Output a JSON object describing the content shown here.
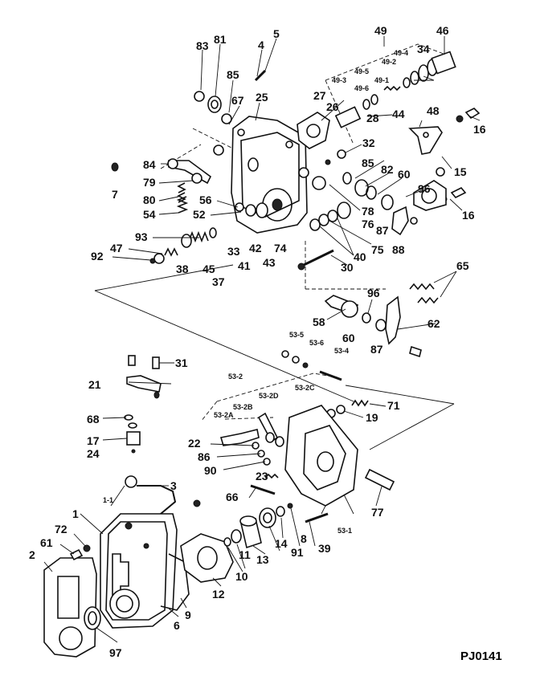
{
  "diagram": {
    "drawing_code": "PJ0141",
    "callouts": [
      "83",
      "81",
      "4",
      "5",
      "49",
      "46",
      "49-4",
      "49-2",
      "34",
      "49-5",
      "49-3",
      "49-6",
      "49-1",
      "85",
      "67",
      "25",
      "27",
      "26",
      "28",
      "44",
      "48",
      "16",
      "84",
      "32",
      "15",
      "7",
      "79",
      "85",
      "82",
      "60",
      "80",
      "56",
      "54",
      "52",
      "78",
      "96",
      "76",
      "88",
      "16",
      "87",
      "93",
      "47",
      "92",
      "38",
      "45",
      "33",
      "41",
      "42",
      "43",
      "74",
      "75",
      "40",
      "30",
      "37",
      "65",
      "96",
      "58",
      "60",
      "87",
      "62",
      "53-5",
      "53-6",
      "53-4",
      "31",
      "21",
      "53-2",
      "53-2D",
      "53-2C",
      "53-2B",
      "53-2A",
      "71",
      "19",
      "68",
      "17",
      "24",
      "22",
      "86",
      "90",
      "23",
      "3",
      "1-1",
      "66",
      "77",
      "1",
      "72",
      "61",
      "13",
      "14",
      "91",
      "8",
      "11",
      "2",
      "12",
      "10",
      "39",
      "53-1",
      "9",
      "6",
      "97"
    ]
  }
}
